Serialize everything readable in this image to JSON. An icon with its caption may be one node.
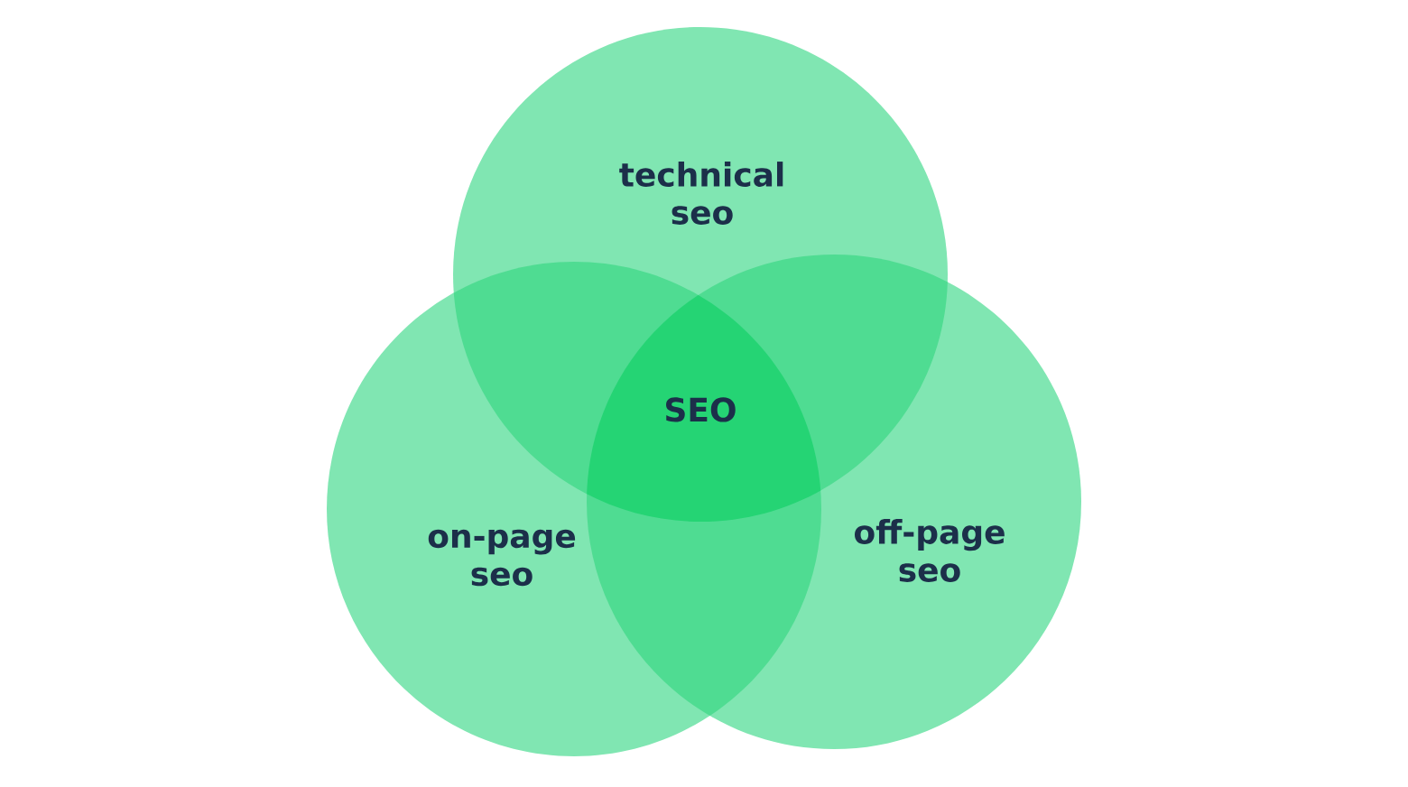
{
  "diagram": {
    "nodes": [
      {
        "text": [
          "technical seo"
        ]
      },
      {
        "text": [
          "on-page seo"
        ]
      },
      {
        "text": [
          "off-page seo"
        ]
      }
    ],
    "labels": [
      "SEO"
    ]
  }
}
